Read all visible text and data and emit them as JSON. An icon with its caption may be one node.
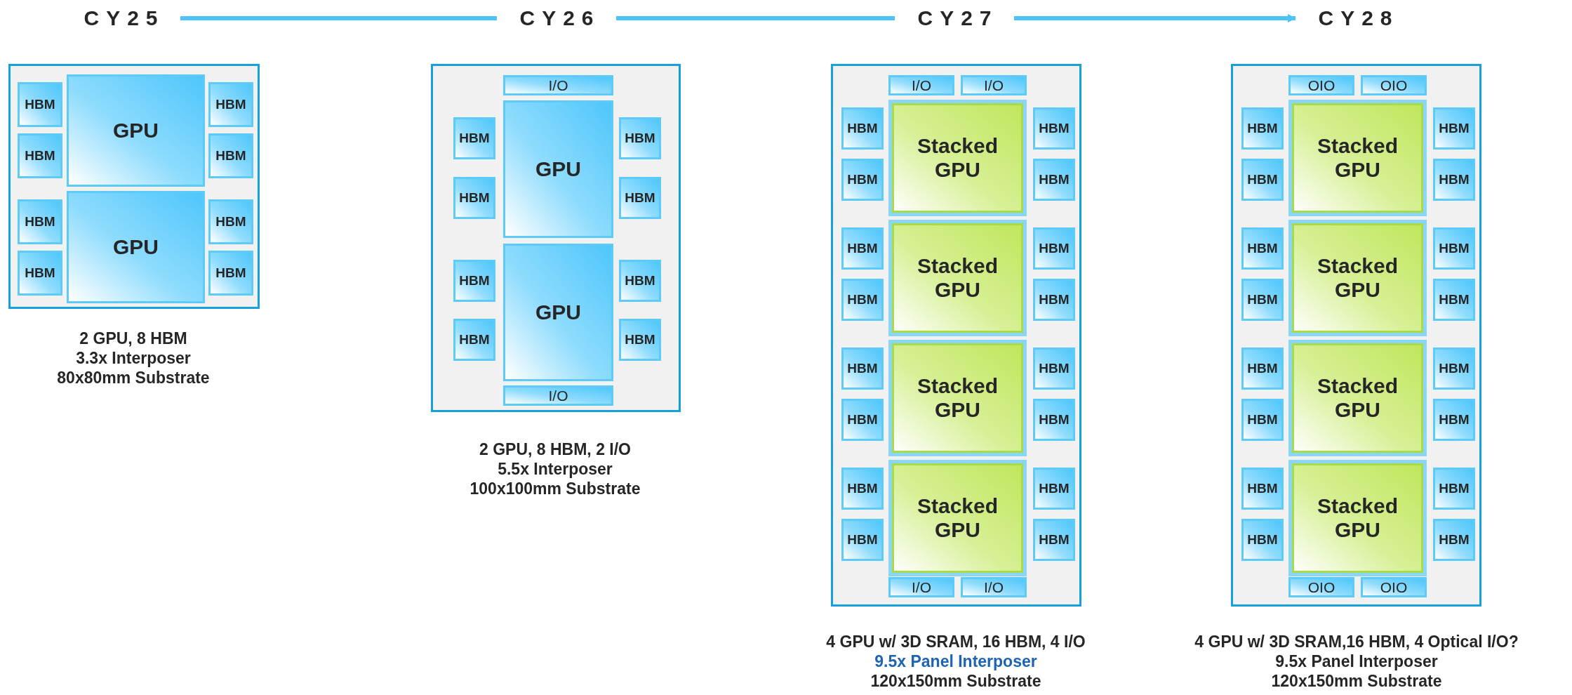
{
  "diagram": {
    "nodes": [
      {
        "text": [
          "CY25"
        ]
      },
      {
        "text": [
          "CY26"
        ]
      },
      {
        "text": [
          "CY27"
        ]
      },
      {
        "text": [
          "CY28"
        ]
      },
      {
        "text": [],
        "shape": "box",
        "beside": [
          "2 GPU, 8 HBM",
          "3.3x Interposer",
          "80x80mm Substrate"
        ]
      },
      {
        "text": [
          "HBM"
        ],
        "in": 4
      },
      {
        "text": [
          "GPU"
        ],
        "in": 4
      },
      {
        "text": [
          "HBM"
        ],
        "in": 4
      },
      {
        "text": [
          "HBM"
        ],
        "in": 4
      },
      {
        "text": [
          "HBM"
        ],
        "in": 4
      },
      {
        "text": [
          "HBM"
        ],
        "in": 4
      },
      {
        "text": [
          "GPU"
        ],
        "in": 4
      },
      {
        "text": [
          "HBM"
        ],
        "in": 4
      },
      {
        "text": [
          "HBM"
        ],
        "in": 4
      },
      {
        "text": [
          "HBM"
        ],
        "in": 4
      },
      {
        "text": [],
        "shape": "box",
        "beside": [
          "2 GPU, 8 HBM, 2 I/O",
          "5.5x Interposer",
          "100x100mm Substrate"
        ]
      },
      {
        "text": [
          "I/O"
        ],
        "in": 15
      },
      {
        "text": [
          "HBM"
        ],
        "in": 15
      },
      {
        "text": [
          "GPU"
        ],
        "in": 15
      },
      {
        "text": [
          "HBM"
        ],
        "in": 15
      },
      {
        "text": [
          "HBM"
        ],
        "in": 15
      },
      {
        "text": [
          "HBM"
        ],
        "in": 15
      },
      {
        "text": [
          "HBM"
        ],
        "in": 15
      },
      {
        "text": [
          "GPU"
        ],
        "in": 15
      },
      {
        "text": [
          "HBM"
        ],
        "in": 15
      },
      {
        "text": [
          "HBM"
        ],
        "in": 15
      },
      {
        "text": [
          "HBM"
        ],
        "in": 15
      },
      {
        "text": [
          "I/O"
        ],
        "in": 15
      },
      {
        "text": [],
        "shape": "box",
        "beside": [
          "4 GPU w/ 3D SRAM, 16 HBM, 4 I/O",
          "9.5x Panel Interposer",
          "120x150mm Substrate"
        ]
      },
      {
        "text": [
          "I/O"
        ],
        "in": 28
      },
      {
        "text": [
          "I/O"
        ],
        "in": 28
      },
      {
        "text": [
          "HBM"
        ],
        "in": 28
      },
      {
        "text": [
          "Stacked GPU"
        ],
        "in": 28
      },
      {
        "text": [
          "HBM"
        ],
        "in": 28
      },
      {
        "text": [
          "HBM"
        ],
        "in": 28
      },
      {
        "text": [
          "HBM"
        ],
        "in": 28
      },
      {
        "text": [
          "HBM"
        ],
        "in": 28
      },
      {
        "text": [
          "Stacked GPU"
        ],
        "in": 28
      },
      {
        "text": [
          "HBM"
        ],
        "in": 28
      },
      {
        "text": [
          "HBM"
        ],
        "in": 28
      },
      {
        "text": [
          "HBM"
        ],
        "in": 28
      },
      {
        "text": [
          "HBM"
        ],
        "in": 28
      },
      {
        "text": [
          "Stacked GPU"
        ],
        "in": 28
      },
      {
        "text": [
          "HBM"
        ],
        "in": 28
      },
      {
        "text": [
          "HBM"
        ],
        "in": 28
      },
      {
        "text": [
          "HBM"
        ],
        "in": 28
      },
      {
        "text": [
          "HBM"
        ],
        "in": 28
      },
      {
        "text": [
          "Stacked GPU"
        ],
        "in": 28
      },
      {
        "text": [
          "HBM"
        ],
        "in": 28
      },
      {
        "text": [
          "HBM"
        ],
        "in": 28
      },
      {
        "text": [
          "HBM"
        ],
        "in": 28
      },
      {
        "text": [
          "I/O"
        ],
        "in": 28
      },
      {
        "text": [
          "I/O"
        ],
        "in": 28
      },
      {
        "text": [],
        "shape": "box",
        "beside": [
          "4 GPU w/ 3D SRAM,16 HBM, 4 Optical I/O?",
          "9.5x Panel Interposer",
          "120x150mm Substrate"
        ]
      },
      {
        "text": [
          "OIO"
        ],
        "in": 53
      },
      {
        "text": [
          "OIO"
        ],
        "in": 53
      },
      {
        "text": [
          "HBM"
        ],
        "in": 53
      },
      {
        "text": [
          "Stacked GPU"
        ],
        "in": 53
      },
      {
        "text": [
          "HBM"
        ],
        "in": 53
      },
      {
        "text": [
          "HBM"
        ],
        "in": 53
      },
      {
        "text": [
          "HBM"
        ],
        "in": 53
      },
      {
        "text": [
          "HBM"
        ],
        "in": 53
      },
      {
        "text": [
          "Stacked GPU"
        ],
        "in": 53
      },
      {
        "text": [
          "HBM"
        ],
        "in": 53
      },
      {
        "text": [
          "HBM"
        ],
        "in": 53
      },
      {
        "text": [
          "HBM"
        ],
        "in": 53
      },
      {
        "text": [
          "HBM"
        ],
        "in": 53
      },
      {
        "text": [
          "Stacked GPU"
        ],
        "in": 53
      },
      {
        "text": [
          "HBM"
        ],
        "in": 53
      },
      {
        "text": [
          "HBM"
        ],
        "in": 53
      },
      {
        "text": [
          "HBM"
        ],
        "in": 53
      },
      {
        "text": [
          "HBM"
        ],
        "in": 53
      },
      {
        "text": [
          "Stacked GPU"
        ],
        "in": 53
      },
      {
        "text": [
          "HBM"
        ],
        "in": 53
      },
      {
        "text": [
          "HBM"
        ],
        "in": 53
      },
      {
        "text": [
          "HBM"
        ],
        "in": 53
      },
      {
        "text": [
          "OIO"
        ],
        "in": 53
      },
      {
        "text": [
          "OIO"
        ],
        "in": 53
      }
    ],
    "edges": [
      {
        "from": 0,
        "to": 1,
        "arrow": "none"
      },
      {
        "from": 1,
        "to": 2,
        "arrow": "none"
      },
      {
        "from": 2,
        "to": 3,
        "arrow": "to"
      }
    ]
  }
}
